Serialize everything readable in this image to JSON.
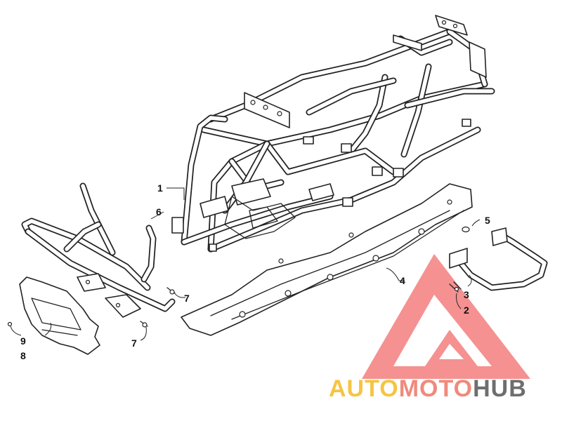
{
  "callouts": {
    "c1": "1",
    "c2": "2",
    "c3": "3",
    "c4": "4",
    "c5": "5",
    "c6": "6",
    "c7a": "7",
    "c7b": "7",
    "c8": "8",
    "c9": "9"
  },
  "watermark": {
    "part1": "AUTO",
    "part2": "MOTO",
    "part3": "HUB",
    "colors": {
      "auto": "#f5c542",
      "moto": "#f08a7c",
      "hub": "#6e6e6e",
      "logo": "#f26d6d"
    }
  }
}
